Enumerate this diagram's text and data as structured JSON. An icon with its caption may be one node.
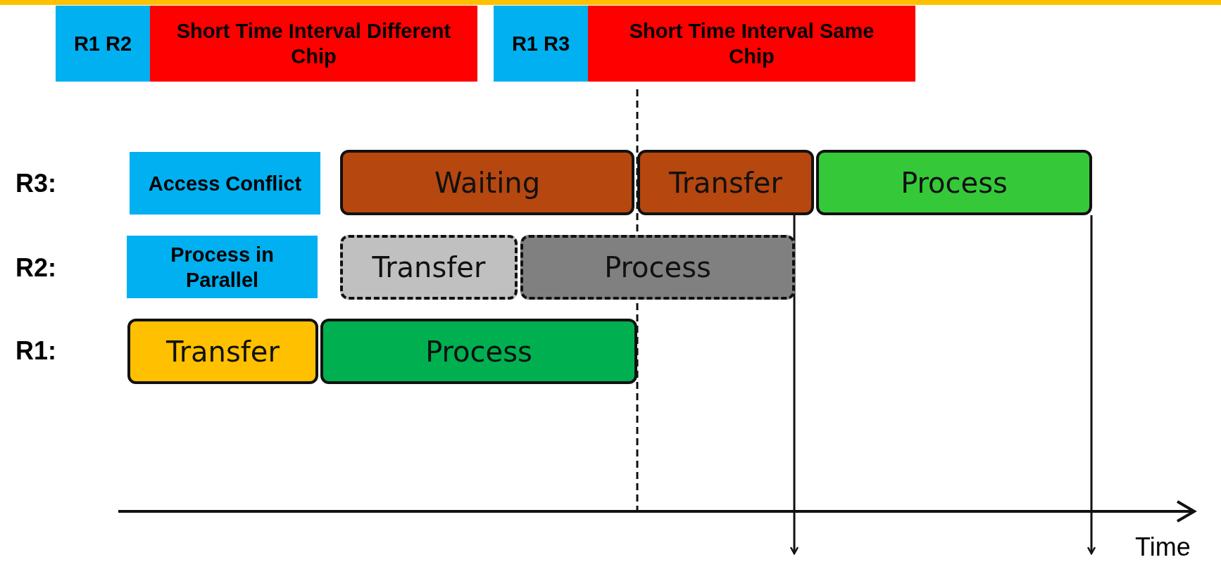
{
  "diagram": {
    "nodes": [
      {
        "text": [
          "R1 R2"
        ]
      },
      {
        "text": [
          "Short Time Interval Different Chip"
        ]
      },
      {
        "text": [
          "R1 R3"
        ]
      },
      {
        "text": [
          "Short Time Interval Same Chip"
        ]
      },
      {
        "text": [
          "Access Conflict"
        ]
      },
      {
        "text": [
          "Waiting"
        ]
      },
      {
        "text": [
          "Transfer"
        ]
      },
      {
        "text": [
          "Process"
        ]
      },
      {
        "text": [
          "Process in Parallel"
        ]
      },
      {
        "text": [
          "Transfer"
        ]
      },
      {
        "text": [
          "Process"
        ]
      },
      {
        "text": [
          "Transfer"
        ]
      },
      {
        "text": [
          "Process"
        ]
      }
    ],
    "edges": [
      {
        "from": 6,
        "to": null,
        "arrow": "to"
      },
      {
        "from": 7,
        "to": null,
        "arrow": "to"
      }
    ],
    "labels": [
      "R3:",
      "R2:",
      "R1:",
      "Time"
    ]
  }
}
